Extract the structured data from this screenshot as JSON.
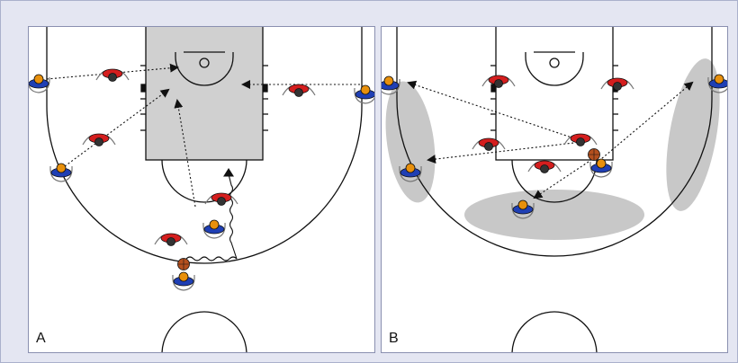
{
  "panels": [
    {
      "id": "A",
      "label": "A"
    },
    {
      "id": "B",
      "label": "B"
    }
  ],
  "colors": {
    "background": "#e4e6f2",
    "court_line": "#111111",
    "paint": "#d0d0d0",
    "highlight": "#c8c8c8",
    "offense_jersey": "#1f3fb4",
    "defense_jersey": "#d41e1e",
    "player_head": "#e8900c",
    "ball": "#b4501e"
  },
  "icons": {
    "offense": "offense-player-icon",
    "defense": "defense-player-icon",
    "ball": "basketball-icon",
    "pass": "dotted-arrow",
    "dribble": "zigzag-arrow"
  }
}
